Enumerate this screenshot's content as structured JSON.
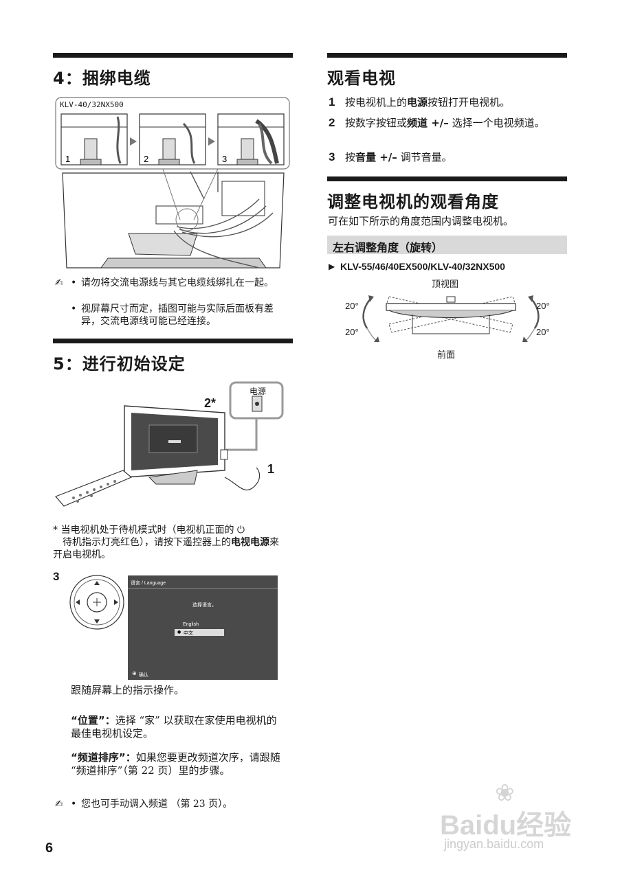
{
  "left": {
    "section4": {
      "heading": "4：捆绑电缆",
      "model_label": "KLV-40/32NX500",
      "step_labels": [
        "1",
        "2",
        "3"
      ],
      "notes": [
        "请勿将交流电源线与其它电缆线绑扎在一起。",
        "视屏幕尺寸而定，插图可能与实际后面板有差异，交流电源线可能已经连接。"
      ]
    },
    "section5": {
      "heading": "5：进行初始设定",
      "callout_power": "电源",
      "callout_2": "2*",
      "callout_1": "1",
      "footnote_part1": "* 当电视机处于待机模式时（电视机正面的",
      "footnote_part2": "待机指示灯亮红色），请按下遥控器上的",
      "footnote_bold": "电视电源",
      "footnote_part3": "来开启电视机。",
      "step3_num": "3",
      "screen": {
        "title": "语言 / Language",
        "prompt": "选择语言。",
        "opt_english": "English",
        "opt_chinese": "中文",
        "confirm": "确认"
      },
      "follow_text": "跟随屏幕上的指示操作。",
      "position_label": "“位置”：",
      "position_text": "选择 “家” 以获取在家使用电视机的最佳电视机设定。",
      "channel_label": "“频道排序”：",
      "channel_text": "如果您要更改频道次序，请跟随 “频道排序”（第 22 页）里的步骤。",
      "note": "您也可手动调入频道 （第 23 页）。"
    }
  },
  "right": {
    "watch": {
      "heading": "观看电视",
      "steps": [
        {
          "num": "1",
          "pre": "按电视机上的",
          "bold": "电源",
          "post": "按钮打开电视机。"
        },
        {
          "num": "2",
          "pre": "按数字按钮或",
          "bold": "频道 +/–",
          "post": " 选择一个电视频道。"
        },
        {
          "num": "3",
          "pre": "按",
          "bold": "音量 +/–",
          "post": " 调节音量。"
        }
      ]
    },
    "angle": {
      "heading": "调整电视机的观看角度",
      "intro": "可在如下所示的角度范围内调整电视机。",
      "subheading": "左右调整角度（旋转）",
      "models": "KLV-55/46/40EX500/KLV-40/32NX500",
      "top_view": "顶视图",
      "front": "前面",
      "deg_tl": "20°",
      "deg_bl": "20°",
      "deg_tr": "20°",
      "deg_br": "20°"
    }
  },
  "page_number": "6",
  "watermark": {
    "logo": "Baidu经验",
    "url": "jingyan.baidu.com"
  }
}
